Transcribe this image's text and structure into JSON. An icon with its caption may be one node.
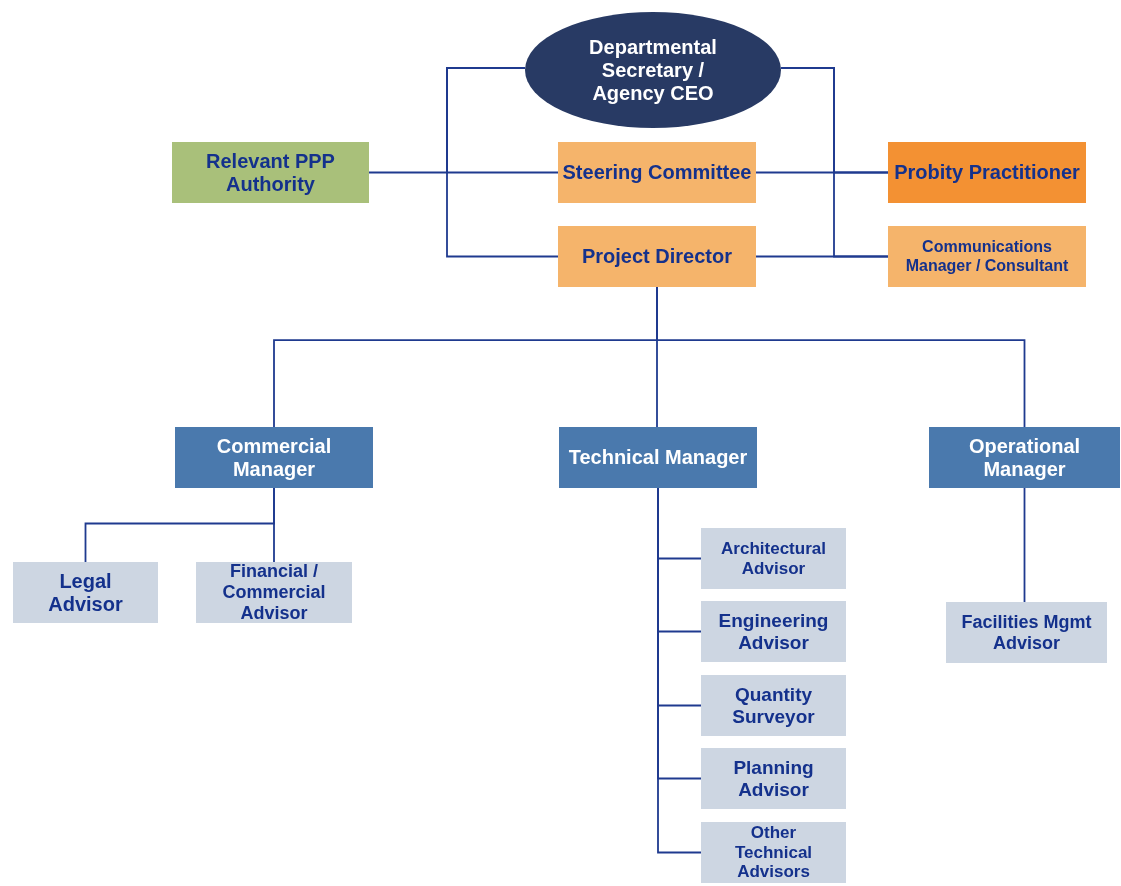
{
  "diagram": {
    "nodes": [
      {
        "text": [
          "Departmental Secretary / Agency CEO"
        ]
      },
      {
        "text": [
          "Relevant PPP Authority"
        ]
      },
      {
        "text": [
          "Steering Committee"
        ]
      },
      {
        "text": [
          "Probity Practitioner"
        ]
      },
      {
        "text": [
          "Project Director"
        ]
      },
      {
        "text": [
          "Communications Manager / Consultant"
        ]
      },
      {
        "text": [
          "Commercial Manager"
        ]
      },
      {
        "text": [
          "Technical Manager"
        ]
      },
      {
        "text": [
          "Operational Manager"
        ]
      },
      {
        "text": [
          "Legal Advisor"
        ]
      },
      {
        "text": [
          "Financial / Commercial Advisor"
        ]
      },
      {
        "text": [
          "Architectural Advisor"
        ]
      },
      {
        "text": [
          "Engineering Advisor"
        ]
      },
      {
        "text": [
          "Quantity Surveyor"
        ]
      },
      {
        "text": [
          "Planning Advisor"
        ]
      },
      {
        "text": [
          "Other Technical Advisors"
        ]
      },
      {
        "text": [
          "Facilities Mgmt Advisor"
        ]
      }
    ],
    "edges": [
      {
        "from": 0,
        "to": 1,
        "arrow": "none"
      },
      {
        "from": 0,
        "to": 2,
        "arrow": "none"
      },
      {
        "from": 0,
        "to": 4,
        "arrow": "none"
      },
      {
        "from": 0,
        "to": 3,
        "arrow": "none"
      },
      {
        "from": 0,
        "to": 5,
        "arrow": "none"
      },
      {
        "from": 2,
        "to": 3,
        "arrow": "none"
      },
      {
        "from": 4,
        "to": 5,
        "arrow": "none"
      },
      {
        "from": 4,
        "to": 6,
        "arrow": "none"
      },
      {
        "from": 4,
        "to": 7,
        "arrow": "none"
      },
      {
        "from": 4,
        "to": 8,
        "arrow": "none"
      },
      {
        "from": 6,
        "to": 9,
        "arrow": "none"
      },
      {
        "from": 6,
        "to": 10,
        "arrow": "none"
      },
      {
        "from": 7,
        "to": 11,
        "arrow": "none"
      },
      {
        "from": 7,
        "to": 12,
        "arrow": "none"
      },
      {
        "from": 7,
        "to": 13,
        "arrow": "none"
      },
      {
        "from": 7,
        "to": 14,
        "arrow": "none"
      },
      {
        "from": 7,
        "to": 15,
        "arrow": "none"
      },
      {
        "from": 8,
        "to": 16,
        "arrow": "none"
      }
    ]
  }
}
